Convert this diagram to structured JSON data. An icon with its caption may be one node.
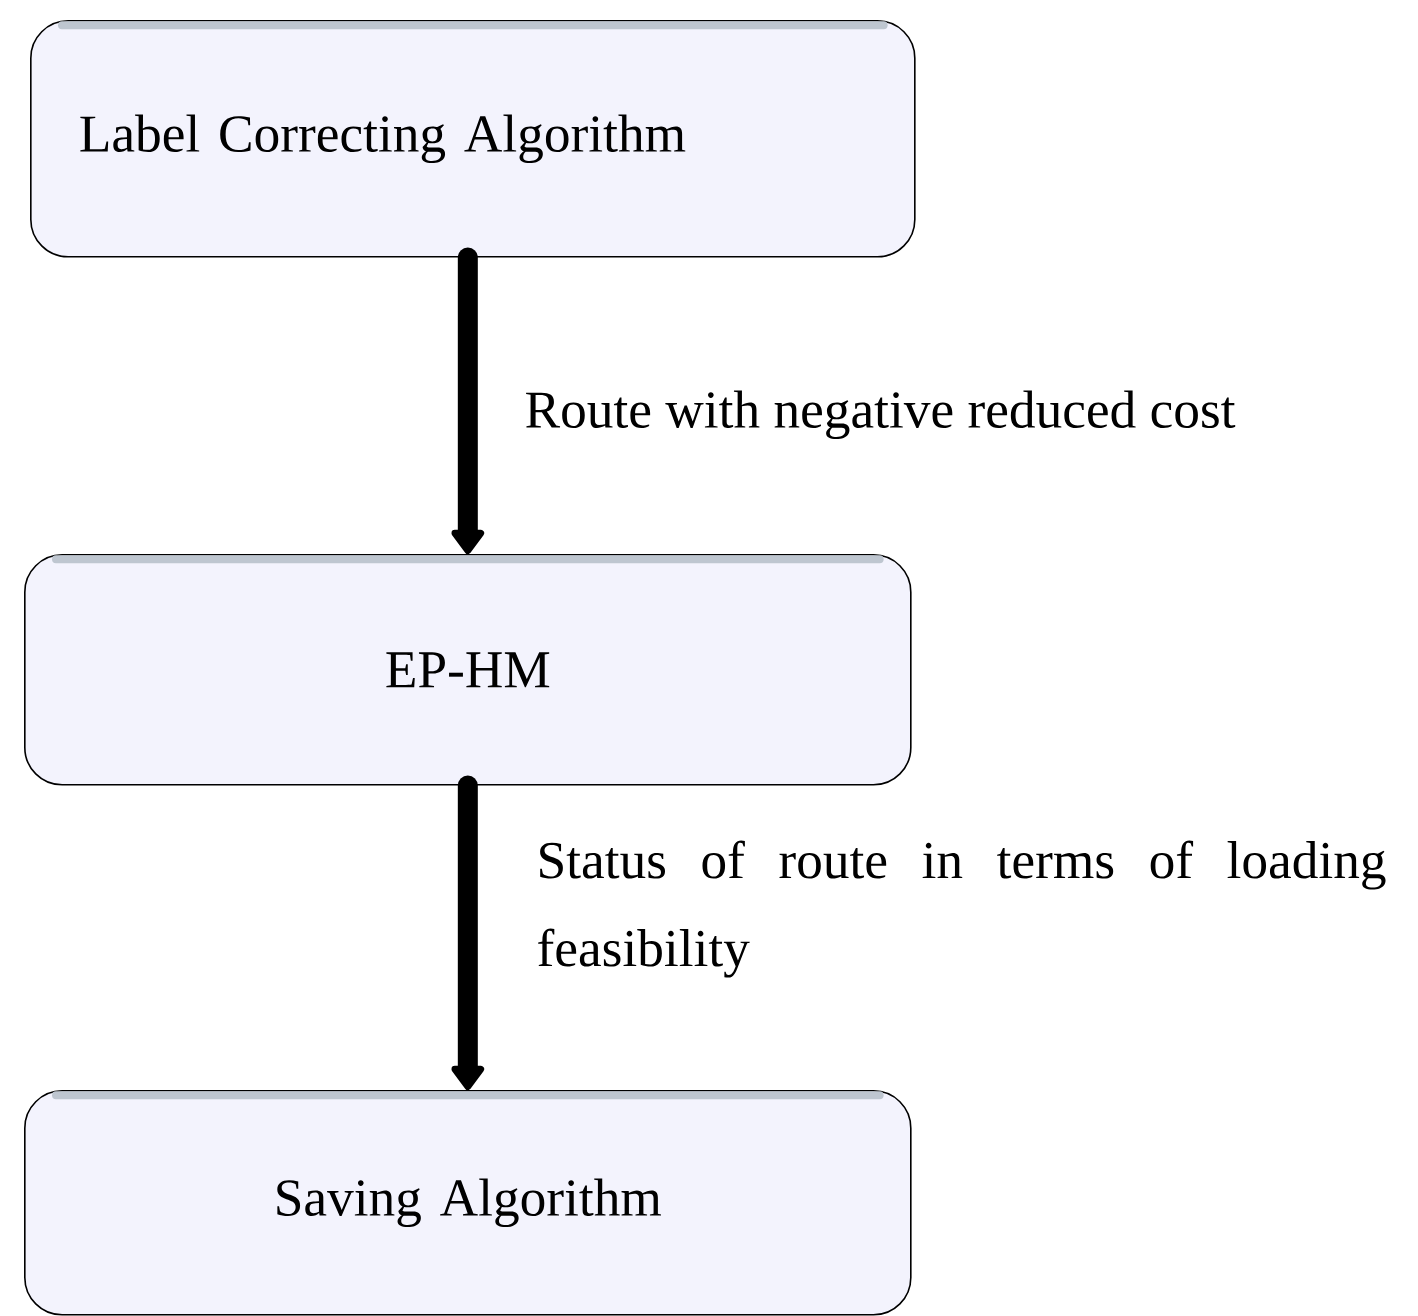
{
  "diagram": {
    "nodes": [
      {
        "text": [
          "Label Correcting Algorithm"
        ]
      },
      {
        "text": [
          "EP-HM"
        ]
      },
      {
        "text": [
          "Saving Algorithm"
        ]
      }
    ],
    "edges": [
      {
        "from": 0,
        "to": 1,
        "arrow": "to",
        "label": "Route with negative reduced cost"
      },
      {
        "from": 1,
        "to": 2,
        "arrow": "to",
        "label": "Status of route in terms of loading feasibility"
      }
    ]
  }
}
